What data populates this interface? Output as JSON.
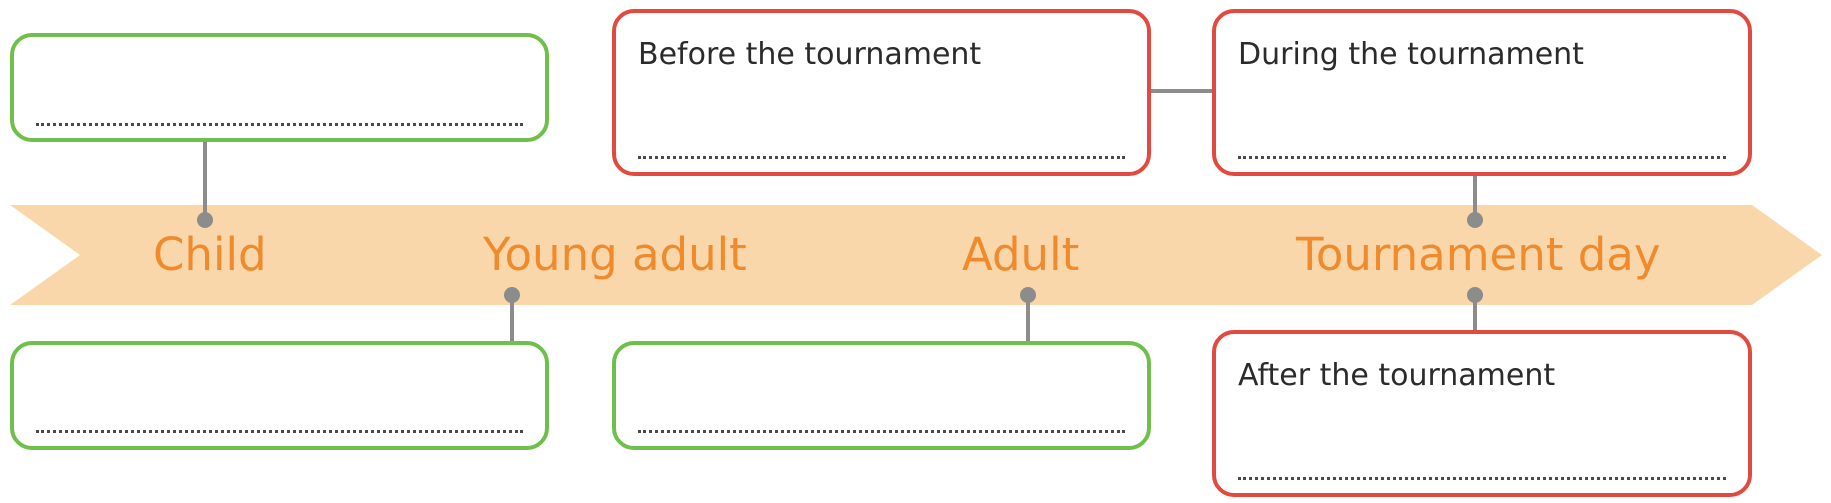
{
  "timeline": {
    "stages": [
      {
        "label": "Child"
      },
      {
        "label": "Young adult"
      },
      {
        "label": "Adult"
      },
      {
        "label": "Tournament day"
      }
    ]
  },
  "boxes": {
    "child_box": {
      "title": ""
    },
    "young_adult_box": {
      "title": ""
    },
    "adult_box": {
      "title": ""
    },
    "before_box": {
      "title": "Before the tournament"
    },
    "during_box": {
      "title": "During the tournament"
    },
    "after_box": {
      "title": "After the tournament"
    }
  },
  "colors": {
    "arrow": "#fad7aa",
    "stage_text": "#ef8b2c",
    "green_border": "#6ebf4b",
    "red_border": "#e24a3f",
    "connector": "#8c8c8c"
  }
}
